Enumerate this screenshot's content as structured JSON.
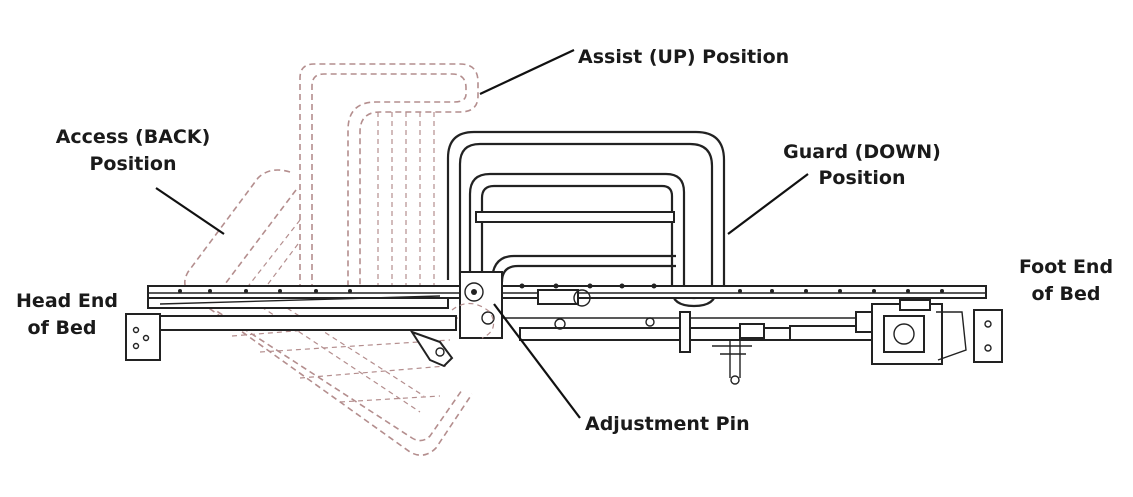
{
  "labels": {
    "assist": "Assist (UP) Position",
    "access_line1": "Access (BACK)",
    "access_line2": "Position",
    "guard_line1": "Guard (DOWN)",
    "guard_line2": "Position",
    "head_line1": "Head End",
    "head_line2": "of Bed",
    "foot_line1": "Foot End",
    "foot_line2": "of Bed",
    "pin": "Adjustment Pin"
  },
  "colors": {
    "line": "#222222",
    "ghost_rail": "#b48e8e",
    "background": "#ffffff"
  }
}
